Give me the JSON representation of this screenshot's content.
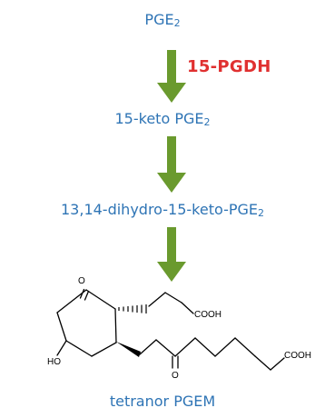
{
  "nodes": [
    {
      "name": "PGE",
      "sub": "2"
    },
    {
      "name": "15-keto PGE",
      "sub": "2"
    },
    {
      "name": "13,14-dihydro-15-keto-PGE",
      "sub": "2"
    },
    {
      "name": "tetranor PGEM",
      "sub": ""
    }
  ],
  "enzyme": "15-PGDH",
  "structure": {
    "atoms": {
      "ketone_o": "O",
      "cooh_top": "COOH",
      "ho": "HO",
      "chain_o": "O",
      "cooh_right": "COOH"
    }
  },
  "colors": {
    "text": "#2e74b5",
    "enzyme": "#e03030",
    "arrow": "#6a9a2e"
  }
}
